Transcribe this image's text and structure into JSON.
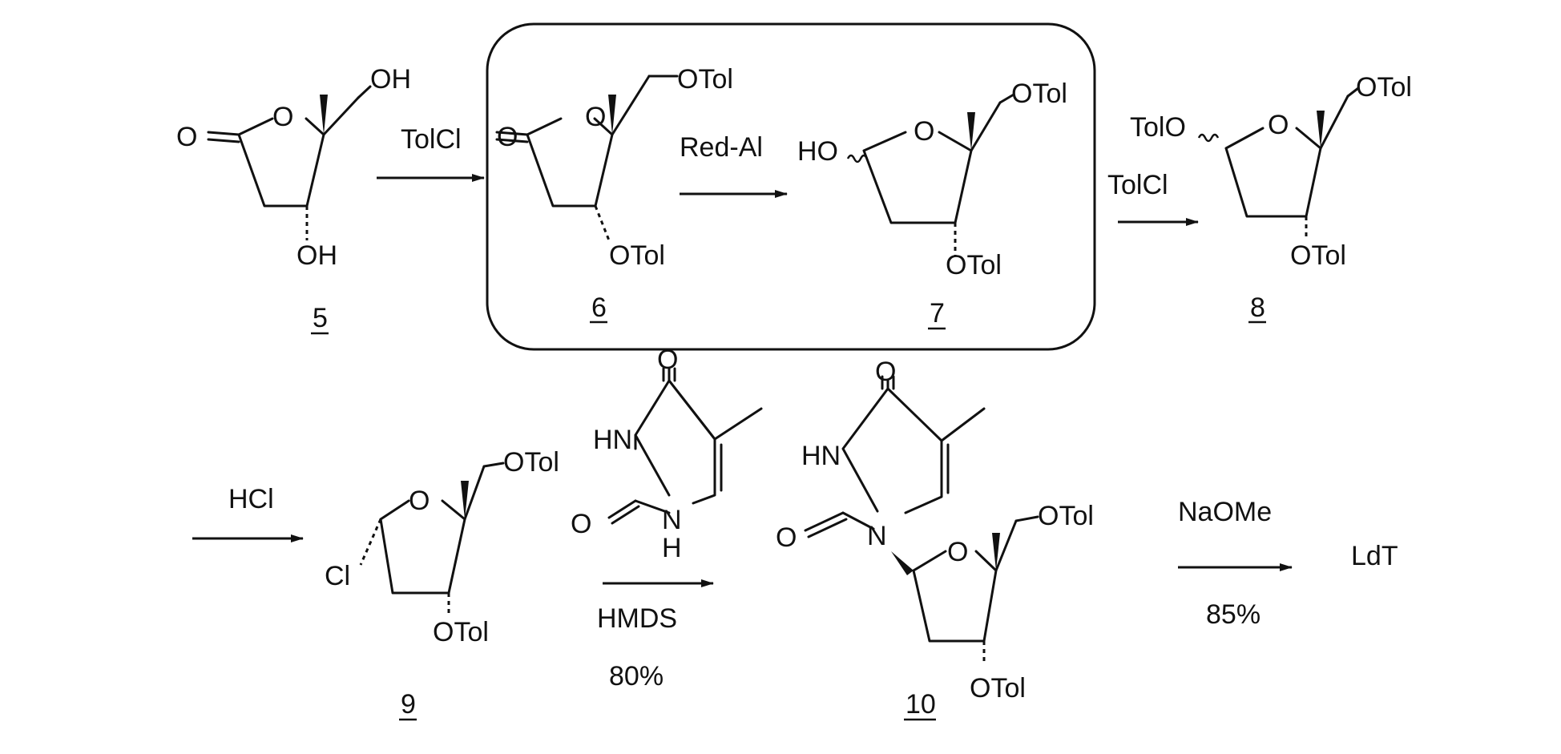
{
  "compounds": {
    "c5": {
      "label": "5",
      "carbonyl_o": "O",
      "ring_o": "O",
      "sub_top": "OH",
      "sub_bottom": "OH"
    },
    "c6": {
      "label": "6",
      "carbonyl_o": "O",
      "ring_o": "O",
      "sub_top": "OTol",
      "sub_bottom": "OTol"
    },
    "c7": {
      "label": "7",
      "sub_left": "HO",
      "ring_o": "O",
      "sub_top": "OTol",
      "sub_bottom": "OTol"
    },
    "c8": {
      "label": "8",
      "sub_left": "TolO",
      "ring_o": "O",
      "sub_top": "OTol",
      "sub_bottom": "OTol"
    },
    "c9": {
      "label": "9",
      "sub_left": "Cl",
      "ring_o": "O",
      "sub_top": "OTol",
      "sub_bottom": "OTol"
    },
    "thymine": {
      "o_top": "O",
      "nh": "HN",
      "o_left": "O",
      "n_bottom": "N",
      "h_bottom": "H"
    },
    "c10": {
      "label": "10",
      "o_top": "O",
      "nh": "HN",
      "o_left": "O",
      "n1": "N",
      "ring_o": "O",
      "sub_top": "OTol",
      "sub_bottom": "OTol"
    }
  },
  "reagents": {
    "step1": "TolCl",
    "step2": "Red-Al",
    "step3": "TolCl",
    "step4": "HCl",
    "step5_top": "HMDS",
    "step5_bottom": "80%",
    "step6_top": "NaOMe",
    "step6_bottom": "85%"
  },
  "product": "LdT"
}
